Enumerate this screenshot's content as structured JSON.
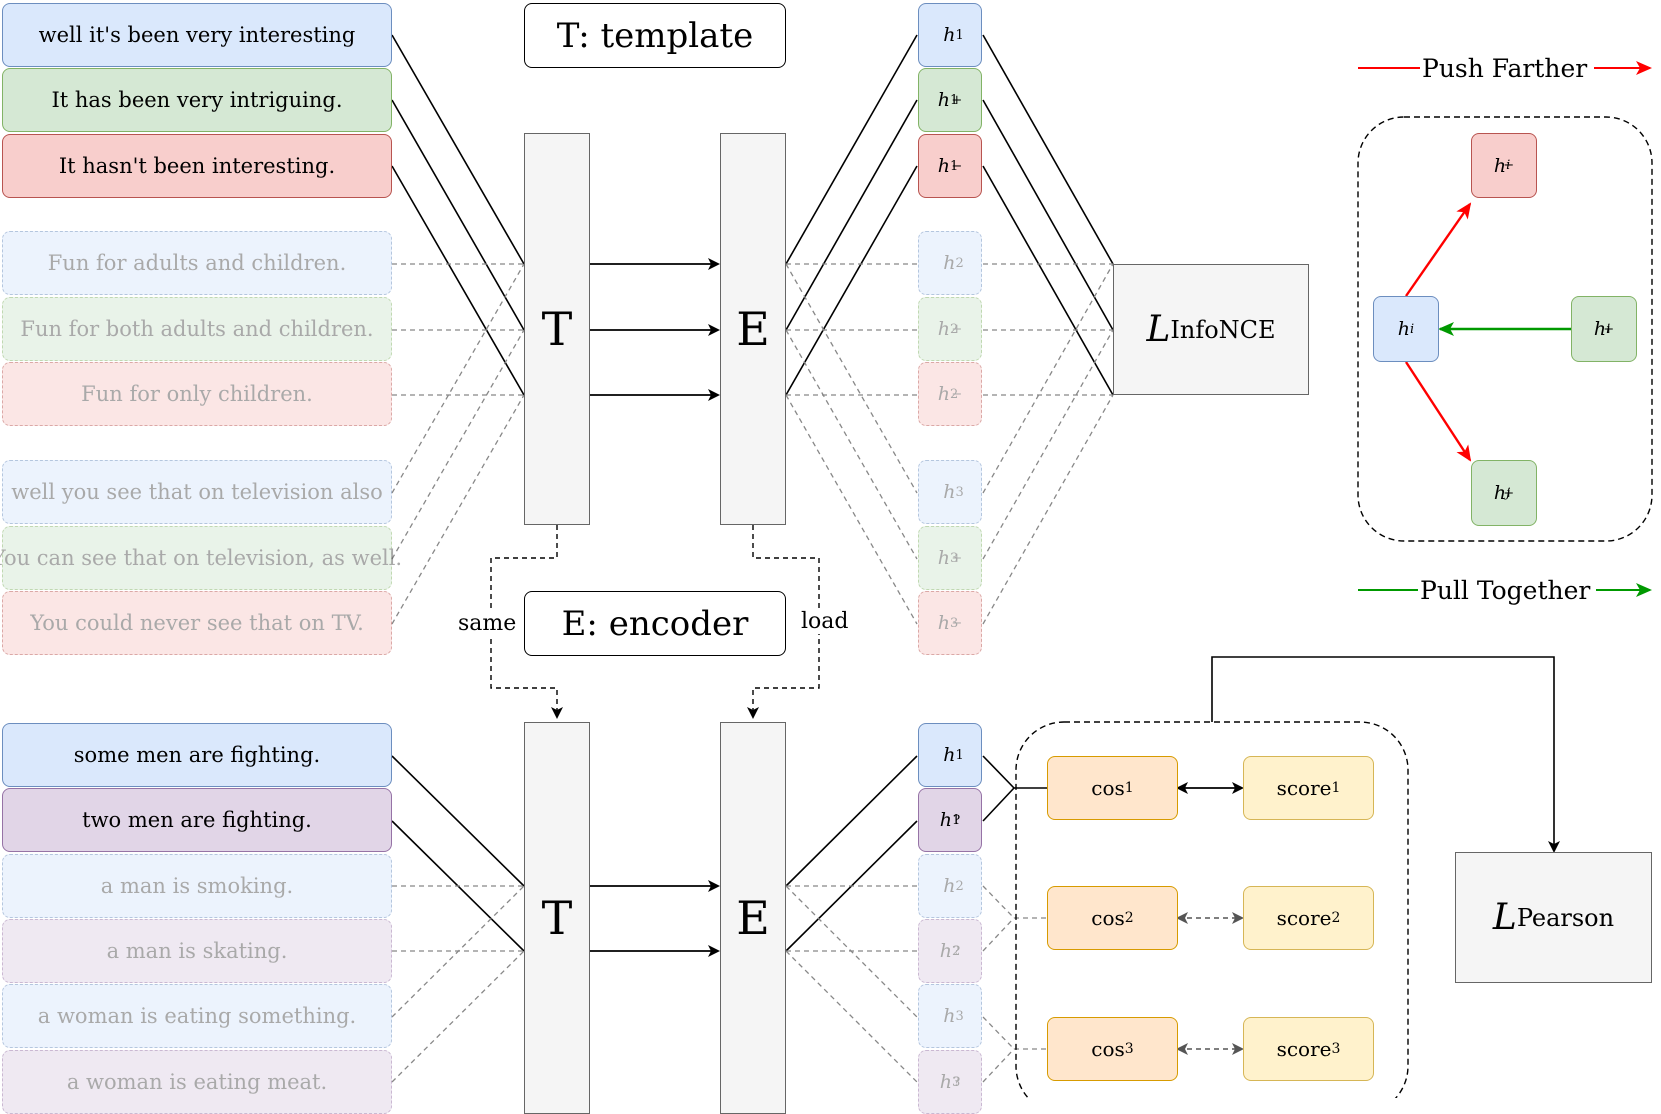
{
  "labels": {
    "template": "T: template",
    "encoder": "E: encoder",
    "same": "same",
    "load": "load",
    "push_farther": "Push Farther",
    "pull_together": "Pull Together",
    "T": "T",
    "E": "E"
  },
  "losses": {
    "infonce": {
      "L": "L",
      "sub": "InfoNCE"
    },
    "pearson": {
      "L": "L",
      "sub": "Pearson"
    }
  },
  "top_sentences": [
    "well it's been very interesting",
    "It has been very intriguing.",
    "It hasn't been interesting.",
    "Fun for adults and children.",
    "Fun for both adults and children.",
    "Fun for only children.",
    "well you see that on television also",
    "You can see that on television, as well.",
    "You could never see that on TV."
  ],
  "bottom_sentences": [
    "some men are fighting.",
    "two men are fighting.",
    "a man is smoking.",
    "a man is skating.",
    "a woman is eating something.",
    "a woman is eating meat."
  ],
  "top_h": [
    {
      "base": "h",
      "sub": "1",
      "sup": ""
    },
    {
      "base": "h",
      "sub": "1",
      "sup": "+"
    },
    {
      "base": "h",
      "sub": "1",
      "sup": "−"
    },
    {
      "base": "h",
      "sub": "2",
      "sup": ""
    },
    {
      "base": "h",
      "sub": "2",
      "sup": "+"
    },
    {
      "base": "h",
      "sub": "2",
      "sup": "−"
    },
    {
      "base": "h",
      "sub": "3",
      "sup": ""
    },
    {
      "base": "h",
      "sub": "3",
      "sup": "+"
    },
    {
      "base": "h",
      "sub": "3",
      "sup": "−"
    }
  ],
  "bottom_h": [
    {
      "base": "h",
      "sub": "1",
      "sup": ""
    },
    {
      "base": "h",
      "sub": "1",
      "sup": "?"
    },
    {
      "base": "h",
      "sub": "2",
      "sup": ""
    },
    {
      "base": "h",
      "sub": "2",
      "sup": "?"
    },
    {
      "base": "h",
      "sub": "3",
      "sup": ""
    },
    {
      "base": "h",
      "sub": "3",
      "sup": "?"
    }
  ],
  "cos_pairs": [
    {
      "cos": "cos",
      "cos_sub": "1",
      "score": "score",
      "score_sub": "1"
    },
    {
      "cos": "cos",
      "cos_sub": "2",
      "score": "score",
      "score_sub": "2"
    },
    {
      "cos": "cos",
      "cos_sub": "3",
      "score": "score",
      "score_sub": "3"
    }
  ],
  "legend_nodes": {
    "h_i_minus": {
      "base": "h",
      "sub": "i",
      "sup": "−"
    },
    "h_i": {
      "base": "h",
      "sub": "i",
      "sup": ""
    },
    "h_i_plus": {
      "base": "h",
      "sub": "i",
      "sup": "+"
    },
    "h_j_plus": {
      "base": "h",
      "sub": "j",
      "sup": "+"
    }
  },
  "colors": {
    "push_arrow": "#ff0000",
    "pull_arrow": "#009900"
  }
}
